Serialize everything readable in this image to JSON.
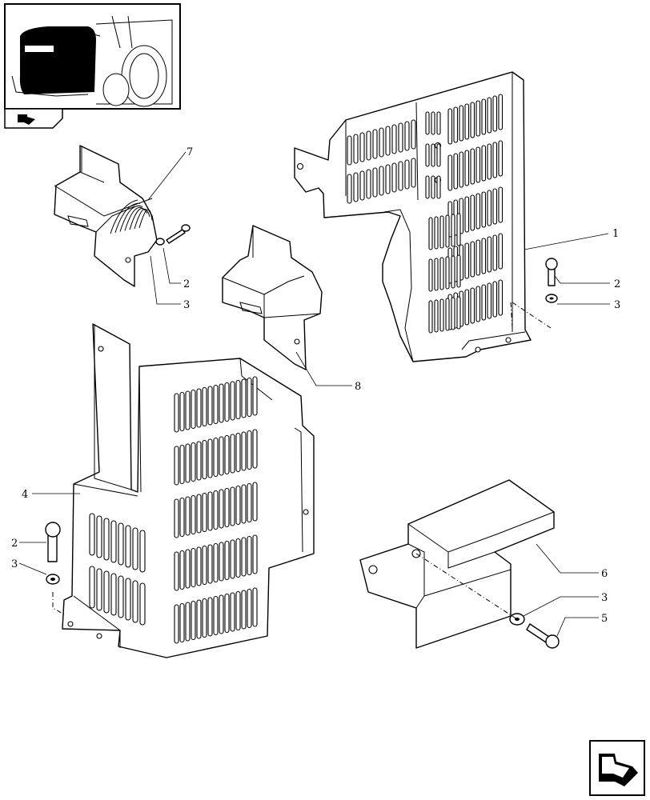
{
  "thumbnail": {
    "description_icon": "tractor-hood-highlight-icon",
    "nav_icon": "page-arrow-icon"
  },
  "corner_icon": "next-page-arrow-icon",
  "callouts": {
    "c7": "7",
    "c1": "1",
    "c2a": "2",
    "c3a": "3",
    "c2b": "2",
    "c3b": "3",
    "c8": "8",
    "c4": "4",
    "c2c": "2",
    "c3c": "3",
    "c6": "6",
    "c3d": "3",
    "c5": "5"
  }
}
